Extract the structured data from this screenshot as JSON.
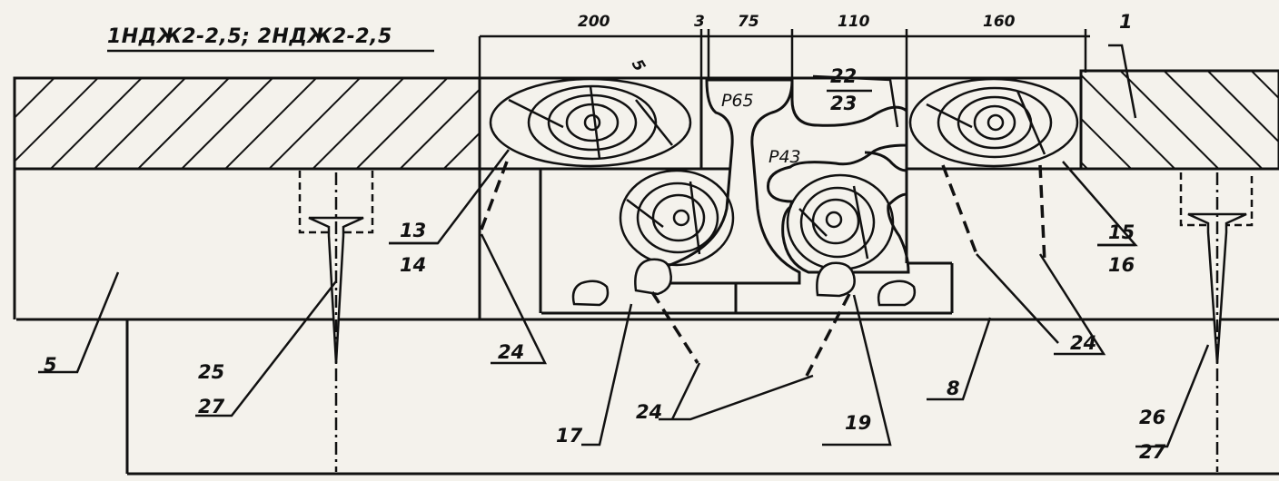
{
  "title": "1НДЖ2-2,5; 2НДЖ2-2,5",
  "dimensions": {
    "d200": "200",
    "d3": "3",
    "d75": "75",
    "d110": "110",
    "d160": "160"
  },
  "rails": {
    "p65": "Р65",
    "p43": "Р43"
  },
  "labels": {
    "l1": "1",
    "l5": "5",
    "l8": "8",
    "l13": "13",
    "l14": "14",
    "l15": "15",
    "l16": "16",
    "l17": "17",
    "l19": "19",
    "l22": "22",
    "l23": "23",
    "l24a": "24",
    "l24b": "24",
    "l24c": "24",
    "l25a": "25",
    "l27a": "27",
    "l26b": "26",
    "l27b": "27",
    "ls": "5"
  }
}
